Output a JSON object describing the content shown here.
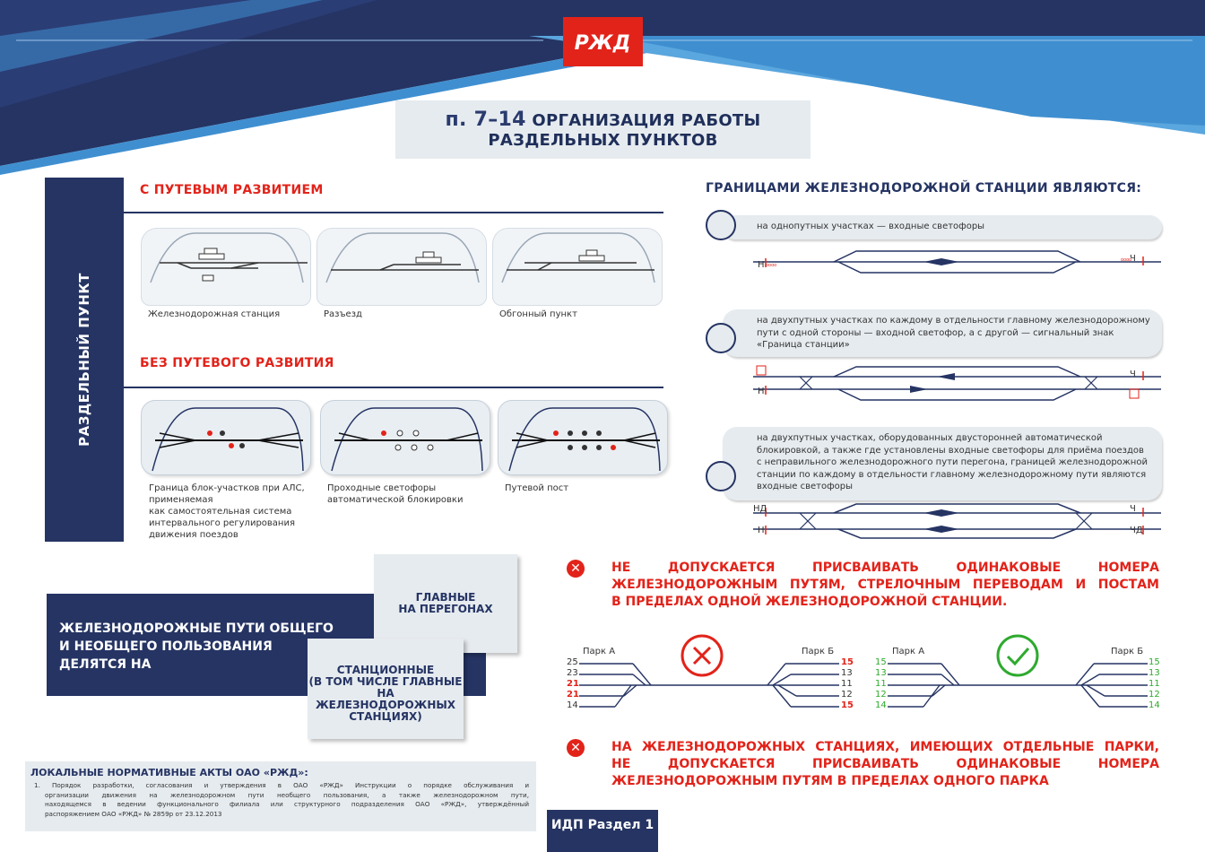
{
  "header": {
    "logo_text": "РЖД",
    "title_num": "п. 7–14",
    "title_line1": "ОРГАНИЗАЦИЯ РАБОТЫ",
    "title_line2": "РАЗДЕЛЬНЫХ ПУНКТОВ"
  },
  "left": {
    "vertical_label": "РАЗДЕЛЬНЫЙ ПУНКТ",
    "with_tracks_title": "С ПУТЕВЫМ РАЗВИТИЕМ",
    "with_tracks_items": [
      "Железнодорожная станция",
      "Разъезд",
      "Обгонный пункт"
    ],
    "without_tracks_title": "БЕЗ ПУТЕВОГО РАЗВИТИЯ",
    "without_tracks_items": [
      "Граница блок-участков при АЛС, применяемая\nкак самостоятельная система\nинтервального регулирования\nдвижения поездов",
      "Проходные светофоры\nавтоматической блокировки",
      "Путевой пост"
    ]
  },
  "boundaries": {
    "title": "ГРАНИЦАМИ ЖЕЛЕЗНОДОРОЖНОЙ СТАНЦИИ ЯВЛЯЮТСЯ:",
    "items": [
      "на однопутных участках — входные светофоры",
      "на двухпутных участках по каждому в отдельности главному железнодорожному пути с одной стороны — входной светофор, а с другой — сигнальный знак «Граница станции»",
      "на двухпутных участках, оборудованных двусторонней автоматической блокировкой, а также где установлены входные светофоры для приёма поездов с неправильного железнодорожного пути перегона, границей железнодорожной станции по каждому в отдельности главному железнодорожному пути являются входные светофоры"
    ],
    "sig_n": "Н",
    "sig_ch": "Ч",
    "sig_nd": "НД",
    "sig_chd": "ЧД"
  },
  "tracks": {
    "main_text_l1": "ЖЕЛЕЗНОДОРОЖНЫЕ ПУТИ ОБЩЕГО",
    "main_text_l2": "И НЕОБЩЕГО ПОЛЬЗОВАНИЯ",
    "main_text_l3": "ДЕЛЯТСЯ НА",
    "box1_l1": "ГЛАВНЫЕ",
    "box1_l2": "НА ПЕРЕГОНАХ",
    "box2_l1": "СТАНЦИОННЫЕ",
    "box2_l2": "(В ТОМ ЧИСЛЕ ГЛАВНЫЕ",
    "box2_l3": "НА ЖЕЛЕЗНОДОРОЖНЫХ",
    "box2_l4": "СТАНЦИЯХ)"
  },
  "warnings": {
    "w1_l1": "НЕ ДОПУСКАЕТСЯ ПРИСВАИВАТЬ ОДИНАКОВЫЕ НОМЕРА",
    "w1_l2": "ЖЕЛЕЗНОДОРОЖНЫМ ПУТЯМ, СТРЕЛОЧНЫМ ПЕРЕВОДАМ И ПОСТАМ",
    "w1_l3": "В ПРЕДЕЛАХ ОДНОЙ ЖЕЛЕЗНОДОРОЖНОЙ СТАНЦИИ.",
    "w2_l1": "НА ЖЕЛЕЗНОДОРОЖНЫХ СТАНЦИЯХ, ИМЕЮЩИХ ОТДЕЛЬНЫЕ ПАРКИ,",
    "w2_l2": "НЕ ДОПУСКАЕТСЯ ПРИСВАИВАТЬ ОДИНАКОВЫЕ НОМЕРА",
    "w2_l3": "ЖЕЛЕЗНОДОРОЖНЫМ ПУТЯМ В ПРЕДЕЛАХ ОДНОГО ПАРКА"
  },
  "parks": {
    "park_a": "Парк А",
    "park_b": "Парк Б",
    "wrong_left": [
      "25",
      "23",
      "21",
      "21",
      "14"
    ],
    "wrong_right": [
      "15",
      "13",
      "11",
      "12",
      "15"
    ],
    "right_left": [
      "15",
      "13",
      "11",
      "12",
      "14"
    ],
    "right_right": [
      "15",
      "13",
      "11",
      "12",
      "14"
    ]
  },
  "local": {
    "title": "ЛОКАЛЬНЫЕ НОРМАТИВНЫЕ АКТЫ ОАО «РЖД»:",
    "l1": "1. Порядок разработки, согласования и утверждения в ОАО «РЖД» Инструкции о порядке обслуживания и",
    "l2": "организации движения на железнодорожном пути необщего пользования, а также железнодорожном пути,",
    "l3": "находящемся в ведении функционального филиала или структурного подразделения ОАО «РЖД», утверждённый",
    "l4": "распоряжением ОАО «РЖД» № 2859р от 23.12.2013"
  },
  "footer": {
    "label": "ИДП Раздел 1"
  },
  "colors": {
    "navy": "#253463",
    "red": "#e2231a",
    "light": "#e6ebef",
    "blue": "#3f8fd0",
    "green": "#2eaa2e"
  }
}
